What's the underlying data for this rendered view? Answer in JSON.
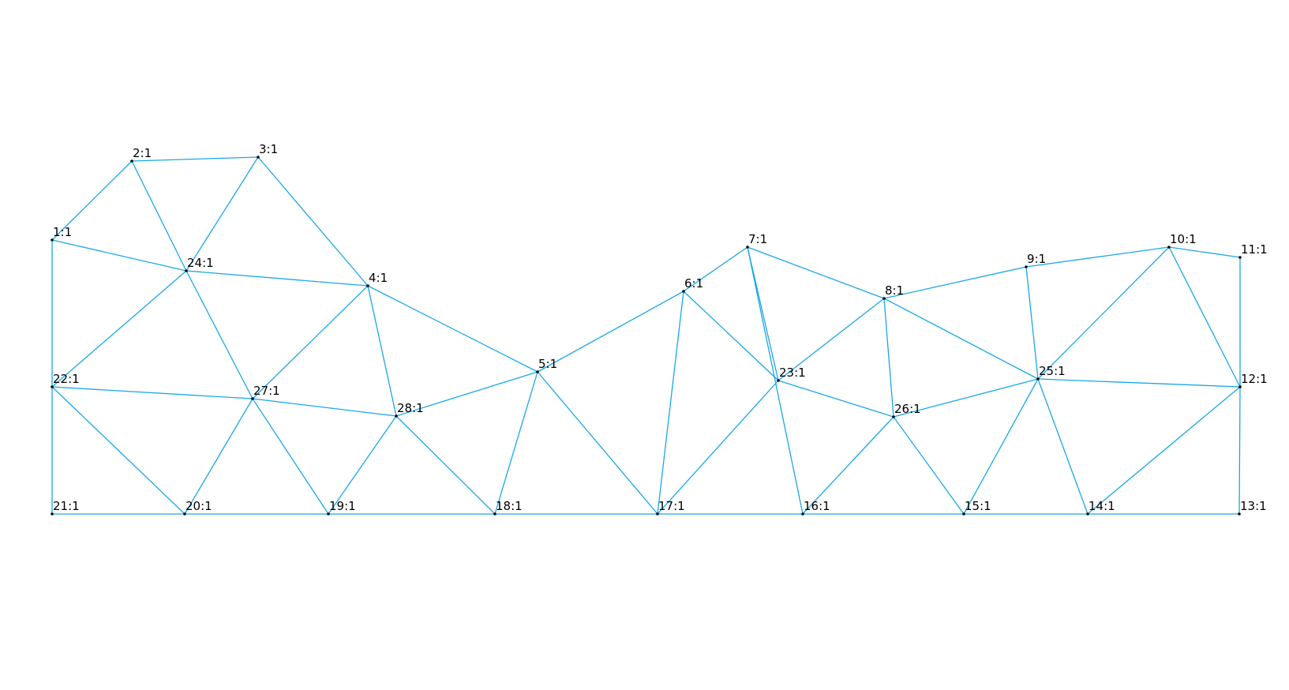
{
  "mesh": {
    "colors": {
      "edge": "#1aa7e8",
      "node": "#0a0a0a",
      "label": "#000000",
      "background": "#ffffff"
    },
    "nodes": [
      {
        "id": "1",
        "label": "1:1"
      },
      {
        "id": "2",
        "label": "2:1"
      },
      {
        "id": "3",
        "label": "3:1"
      },
      {
        "id": "4",
        "label": "4:1"
      },
      {
        "id": "5",
        "label": "5:1"
      },
      {
        "id": "6",
        "label": "6:1"
      },
      {
        "id": "7",
        "label": "7:1"
      },
      {
        "id": "8",
        "label": "8:1"
      },
      {
        "id": "9",
        "label": "9:1"
      },
      {
        "id": "10",
        "label": "10:1"
      },
      {
        "id": "11",
        "label": "11:1"
      },
      {
        "id": "12",
        "label": "12:1"
      },
      {
        "id": "13",
        "label": "13:1"
      },
      {
        "id": "14",
        "label": "14:1"
      },
      {
        "id": "15",
        "label": "15:1"
      },
      {
        "id": "16",
        "label": "16:1"
      },
      {
        "id": "17",
        "label": "17:1"
      },
      {
        "id": "18",
        "label": "18:1"
      },
      {
        "id": "19",
        "label": "19:1"
      },
      {
        "id": "20",
        "label": "20:1"
      },
      {
        "id": "21",
        "label": "21:1"
      },
      {
        "id": "22",
        "label": "22:1"
      },
      {
        "id": "23",
        "label": "23:1"
      },
      {
        "id": "24",
        "label": "24:1"
      },
      {
        "id": "25",
        "label": "25:1"
      },
      {
        "id": "26",
        "label": "26:1"
      },
      {
        "id": "27",
        "label": "27:1"
      },
      {
        "id": "28",
        "label": "28:1"
      }
    ],
    "edges": [
      [
        "1",
        "2"
      ],
      [
        "2",
        "3"
      ],
      [
        "1",
        "22"
      ],
      [
        "1",
        "24"
      ],
      [
        "2",
        "24"
      ],
      [
        "3",
        "24"
      ],
      [
        "3",
        "4"
      ],
      [
        "24",
        "4"
      ],
      [
        "24",
        "22"
      ],
      [
        "24",
        "27"
      ],
      [
        "4",
        "27"
      ],
      [
        "4",
        "28"
      ],
      [
        "4",
        "5"
      ],
      [
        "22",
        "27"
      ],
      [
        "22",
        "21"
      ],
      [
        "22",
        "20"
      ],
      [
        "27",
        "28"
      ],
      [
        "27",
        "20"
      ],
      [
        "27",
        "19"
      ],
      [
        "28",
        "5"
      ],
      [
        "28",
        "19"
      ],
      [
        "28",
        "18"
      ],
      [
        "5",
        "6"
      ],
      [
        "5",
        "18"
      ],
      [
        "5",
        "17"
      ],
      [
        "6",
        "7"
      ],
      [
        "6",
        "17"
      ],
      [
        "6",
        "23"
      ],
      [
        "7",
        "23"
      ],
      [
        "7",
        "8"
      ],
      [
        "7",
        "16"
      ],
      [
        "8",
        "9"
      ],
      [
        "8",
        "23"
      ],
      [
        "8",
        "26"
      ],
      [
        "8",
        "25"
      ],
      [
        "9",
        "10"
      ],
      [
        "9",
        "25"
      ],
      [
        "10",
        "11"
      ],
      [
        "10",
        "25"
      ],
      [
        "10",
        "12"
      ],
      [
        "11",
        "12"
      ],
      [
        "23",
        "17"
      ],
      [
        "23",
        "26"
      ],
      [
        "26",
        "16"
      ],
      [
        "26",
        "15"
      ],
      [
        "26",
        "25"
      ],
      [
        "25",
        "15"
      ],
      [
        "25",
        "14"
      ],
      [
        "25",
        "12"
      ],
      [
        "12",
        "14"
      ],
      [
        "12",
        "13"
      ],
      [
        "21",
        "20"
      ],
      [
        "20",
        "19"
      ],
      [
        "19",
        "18"
      ],
      [
        "18",
        "17"
      ],
      [
        "17",
        "16"
      ],
      [
        "16",
        "15"
      ],
      [
        "15",
        "14"
      ],
      [
        "14",
        "13"
      ]
    ]
  }
}
